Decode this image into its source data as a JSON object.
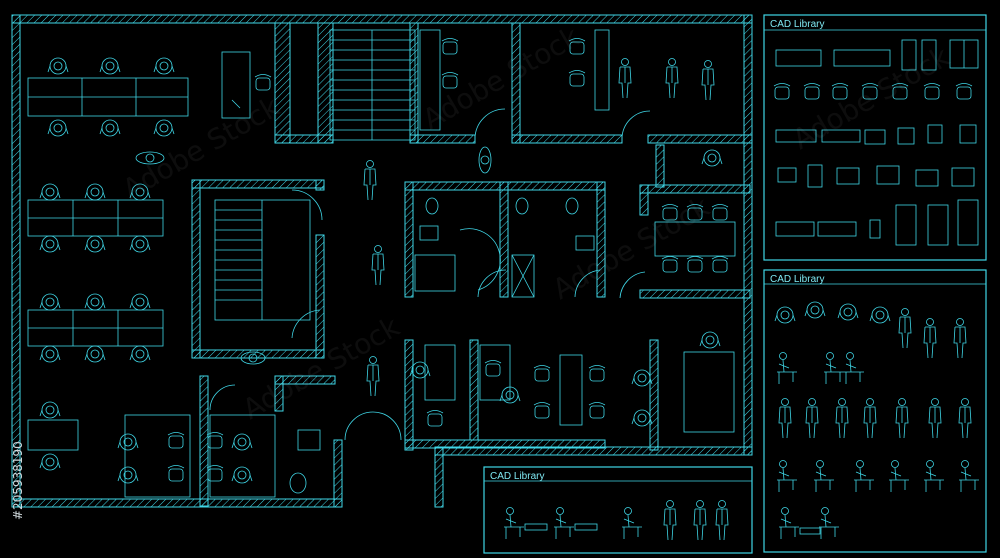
{
  "libraries": [
    {
      "id": "lib-furniture",
      "title": "CAD Library"
    },
    {
      "id": "lib-people",
      "title": "CAD Library"
    },
    {
      "id": "lib-workplace",
      "title": "CAD Library"
    }
  ],
  "watermark": "Adobe Stock",
  "stock_id": "#205938190",
  "colors": {
    "line": "#3fd6e6",
    "background": "#000000"
  }
}
